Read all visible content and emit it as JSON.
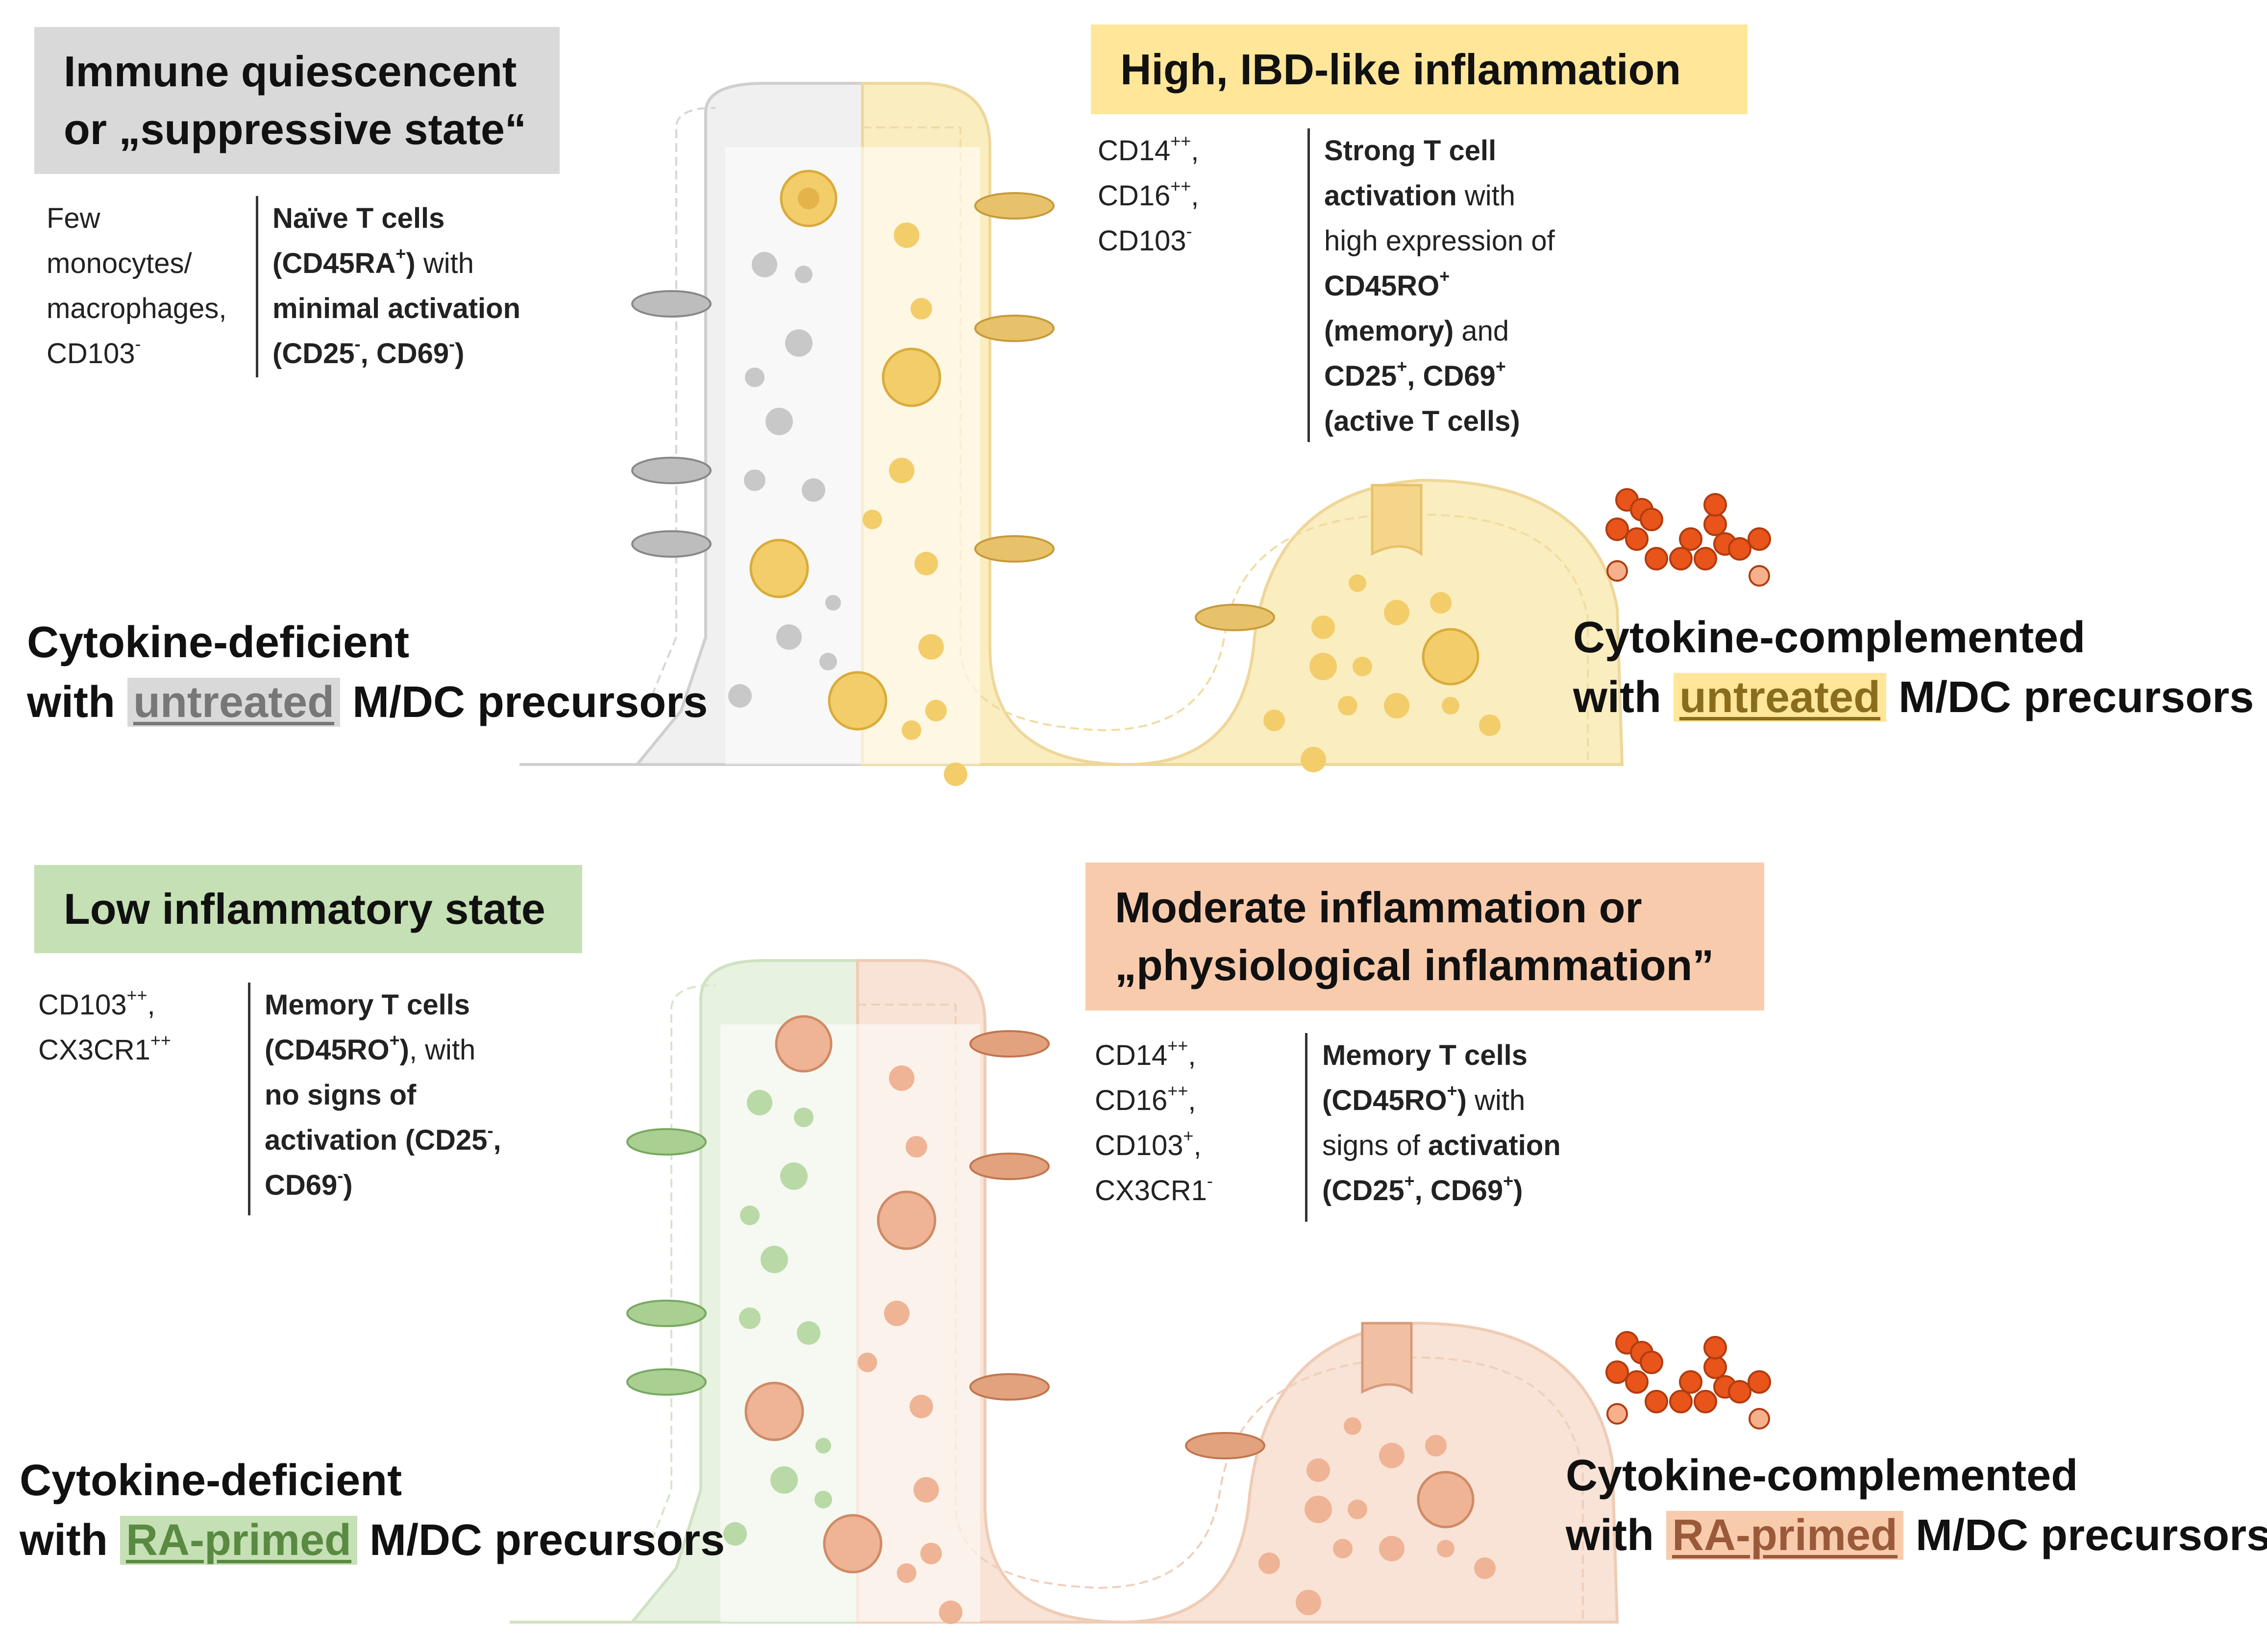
{
  "colors": {
    "grey_box": "#d9d9d9",
    "yellow_box": "#ffe699",
    "green_box": "#c5e0b4",
    "salmon_box": "#f8cbad",
    "grey_tissue": "#e9e9e9",
    "yellow_tissue": "#f9e9b6",
    "green_tissue": "#e3efdc",
    "salmon_tissue": "#f6dccc",
    "red_cells": "#e8541a"
  },
  "quadrants": {
    "top_left": {
      "title_line1": "Immune quiescencent",
      "title_line2": "or „suppressive state“",
      "myeloid": [
        "Few",
        "monocytes/",
        "macrophages,",
        "CD103"
      ],
      "myeloid_sup": "-",
      "tcell_1": "Naïve T cells",
      "tcell_2": "(CD45RA",
      "tcell_2_sup": "+",
      "tcell_2_end": ") with",
      "tcell_3": "minimal activation",
      "tcell_4a": "(CD25",
      "tcell_4a_sup": "-",
      "tcell_4b": ", CD69",
      "tcell_4b_sup": "-",
      "tcell_4c": ")",
      "condition_pre": "Cytokine-deficient",
      "condition_with": "with",
      "condition_treatment": "untreated",
      "condition_post": "M/DC precursors"
    },
    "top_right": {
      "title_line1": "High, IBD-like inflammation",
      "myeloid": [
        {
          "text": "CD14",
          "sup": "++",
          "tail": ","
        },
        {
          "text": "CD16",
          "sup": "++",
          "tail": ","
        },
        {
          "text": "CD103",
          "sup": "-",
          "tail": ""
        }
      ],
      "tcell_1": "Strong T cell",
      "tcell_2a": "activation",
      "tcell_2b": " with",
      "tcell_3": "high expression of",
      "tcell_4": "CD45RO",
      "tcell_4_sup": "+",
      "tcell_5a": "(memory)",
      "tcell_5b": " and",
      "tcell_6a": "CD25",
      "tcell_6a_sup": "+",
      "tcell_6b": ", CD69",
      "tcell_6b_sup": "+",
      "tcell_7": "(active T cells)",
      "condition_pre": "Cytokine-complemented",
      "condition_with": "with",
      "condition_treatment": "untreated",
      "condition_post": "M/DC precursors"
    },
    "bottom_left": {
      "title_line1": "Low inflammatory state",
      "myeloid": [
        {
          "text": "CD103",
          "sup": "++",
          "tail": ","
        },
        {
          "text": "CX3CR1",
          "sup": "++",
          "tail": ""
        }
      ],
      "tcell_1": "Memory T cells",
      "tcell_2": "(CD45RO",
      "tcell_2_sup": "+",
      "tcell_2_end": ")",
      "tcell_2_tail": ", with",
      "tcell_3": "no signs of",
      "tcell_4": "activation (CD25",
      "tcell_4_sup": "-",
      "tcell_4_end": ",",
      "tcell_5": "CD69",
      "tcell_5_sup": "-",
      "tcell_5_end": ")",
      "condition_pre": "Cytokine-deficient",
      "condition_with": "with",
      "condition_treatment": "RA-primed",
      "condition_post": "M/DC precursors"
    },
    "bottom_right": {
      "title_line1": "Moderate inflammation or",
      "title_line2": "„physiological inflammation”",
      "myeloid": [
        {
          "text": "CD14",
          "sup": "++",
          "tail": ","
        },
        {
          "text": "CD16",
          "sup": "++",
          "tail": ","
        },
        {
          "text": "CD103",
          "sup": "+",
          "tail": ","
        },
        {
          "text": "CX3CR1",
          "sup": "-",
          "tail": ""
        }
      ],
      "tcell_1": "Memory T cells",
      "tcell_2": "(CD45RO",
      "tcell_2_sup": "+",
      "tcell_2_end": ")",
      "tcell_2_tail": " with",
      "tcell_3a": "signs of ",
      "tcell_3b": "activation",
      "tcell_4a": "(CD25",
      "tcell_4a_sup": "+",
      "tcell_4b": ", CD69",
      "tcell_4b_sup": "+",
      "tcell_4c": ")",
      "condition_pre": "Cytokine-complemented",
      "condition_with": "with",
      "condition_treatment": "RA-primed",
      "condition_post": "M/DC precursors"
    }
  }
}
